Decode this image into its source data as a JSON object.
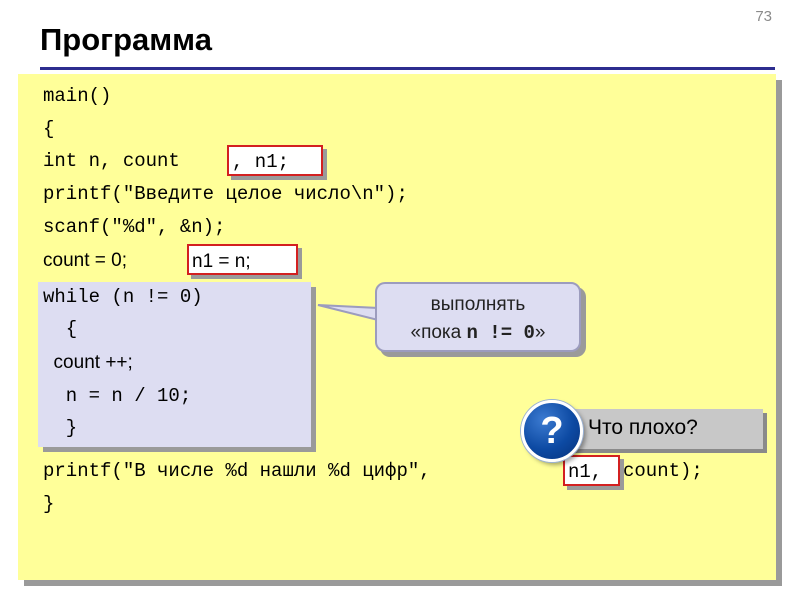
{
  "slide": {
    "page_number": "73",
    "title": "Программа"
  },
  "code": {
    "lines": [
      "main()",
      "{",
      "int n, count",
      "printf(\"Введите целое число\\n\");",
      "scanf(\"%d\", &n);",
      "count = 0;",
      "while (n != 0)",
      "  {",
      "  count ++;",
      "  n = n / 10;",
      "  }",
      "printf(\"В числе %d нашли %d цифр\",",
      "count);",
      "}"
    ],
    "highlights": [
      ", n1;",
      "n1 = n;",
      "n1,"
    ]
  },
  "callout": {
    "line1": "выполнять",
    "line2_prefix": "«пока ",
    "line2_code": "n != 0",
    "line2_suffix": "»"
  },
  "question": {
    "icon_glyph": "?",
    "label": "Что плохо?"
  },
  "colors": {
    "code_background": "#ffff99",
    "loop_background": "#ddddf2",
    "highlight_border": "#d32020",
    "title_rule": "#2d2d8f",
    "question_icon": "#0d4aa3"
  }
}
